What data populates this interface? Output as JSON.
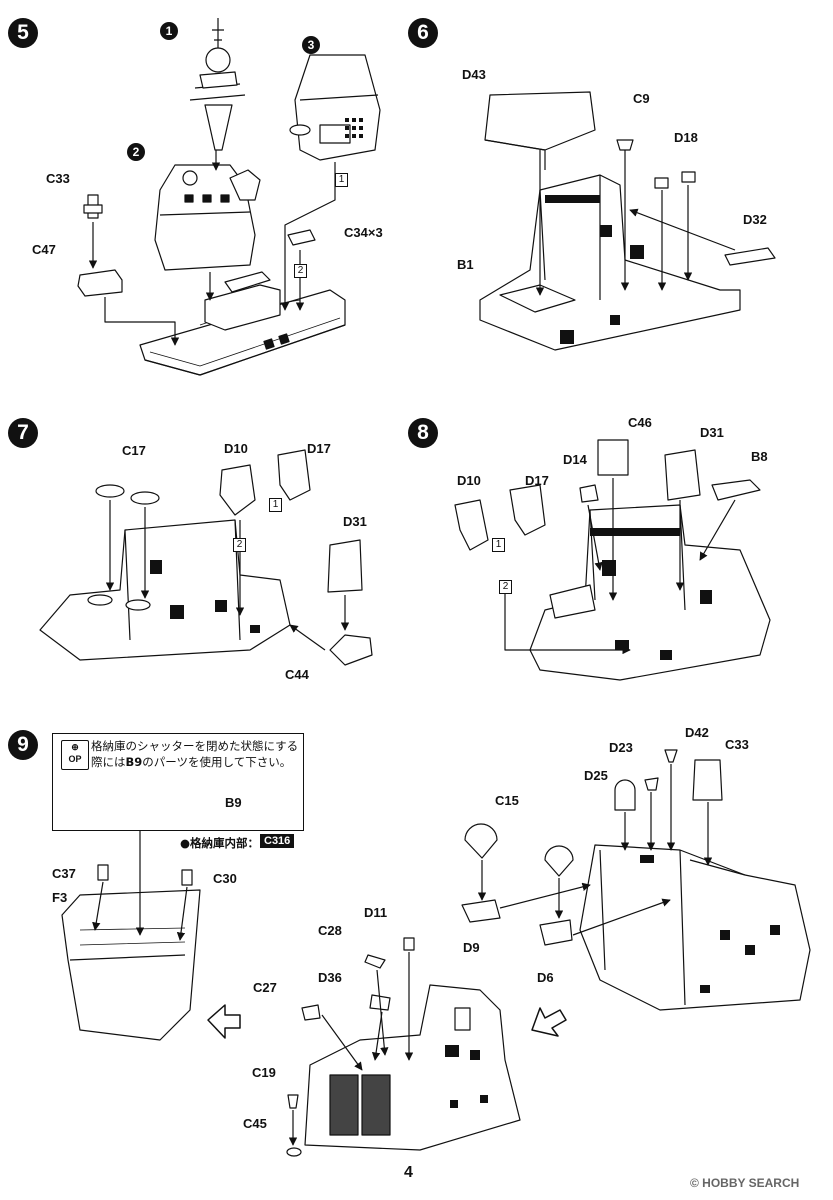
{
  "steps": {
    "s5": "5",
    "s6": "6",
    "s7": "7",
    "s8": "8",
    "s9": "9"
  },
  "substeps": {
    "a": "1",
    "b": "2",
    "c": "3"
  },
  "labels": {
    "step5": {
      "c33": "C33",
      "c47": "C47",
      "c34": "C34×3"
    },
    "step6": {
      "d43": "D43",
      "c9": "C9",
      "d18": "D18",
      "d32": "D32",
      "b1": "B1"
    },
    "step7": {
      "c17": "C17",
      "d10": "D10",
      "d17": "D17",
      "d31": "D31",
      "c44": "C44"
    },
    "step8": {
      "c46": "C46",
      "d31": "D31",
      "d14": "D14",
      "b8": "B8",
      "d10": "D10",
      "d17": "D17"
    },
    "step9": {
      "b9": "B9",
      "c37": "C37",
      "c30": "C30",
      "f3": "F3",
      "d11": "D11",
      "c28": "C28",
      "d36": "D36",
      "c27": "C27",
      "c19": "C19",
      "c45": "C45",
      "c15": "C15",
      "d9": "D9",
      "d6": "D6",
      "d23": "D23",
      "d42": "D42",
      "d25": "D25",
      "c33": "C33"
    }
  },
  "box_numbers": {
    "s5_1": "1",
    "s5_2": "2",
    "s7_1": "1",
    "s7_2": "2",
    "s8_1": "1",
    "s8_2": "2"
  },
  "note": {
    "icon_top": "⊕",
    "icon_bottom": "OP",
    "line1": "格納庫のシャッターを閉めた状態にする",
    "line2": "際には",
    "line2_bold": "B9",
    "line2_end": "のパーツを使用して下さい。"
  },
  "hangar_label": "●格納庫内部：",
  "hangar_code": "C316",
  "page_number": "4",
  "watermark": "© HOBBY SEARCH"
}
